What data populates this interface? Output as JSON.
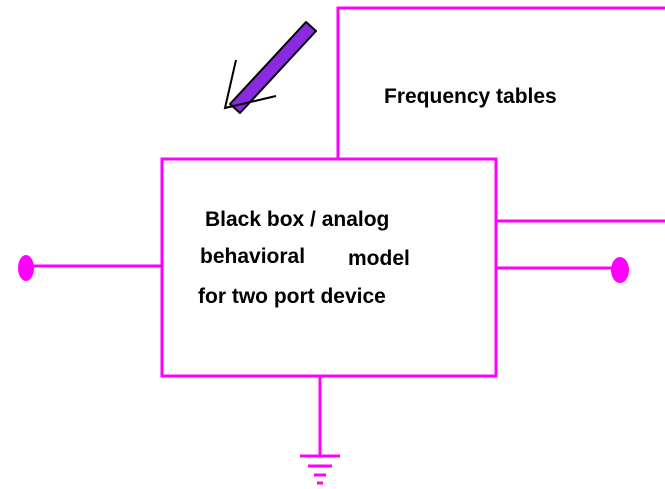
{
  "diagram": {
    "freq_table_label": "Frequency tables",
    "black_box_line1": "Black box / analog",
    "black_box_line2_word1": "behavioral",
    "black_box_line2_word2": "model",
    "black_box_line3": "for two port device"
  },
  "colors": {
    "wire": "#ff00ff",
    "arrow_fill": "#8a2be2",
    "arrow_outline": "#000000",
    "text": "#000000"
  },
  "icons": {
    "arrow": "pointer-arrow-icon",
    "ground": "ground-symbol-icon"
  }
}
